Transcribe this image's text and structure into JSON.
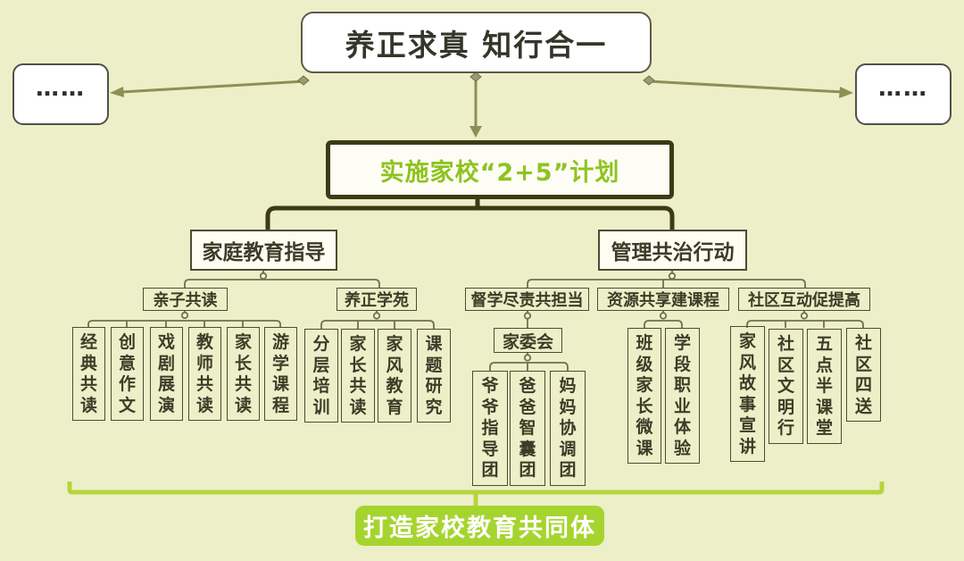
{
  "header": {
    "title": "养正求真  知行合一",
    "side_left": "……",
    "side_right": "……"
  },
  "plan": {
    "label": "实施家校“2+5”计划"
  },
  "branches": {
    "left": "家庭教育指导",
    "right": "管理共治行动"
  },
  "level3": {
    "qinzi": "亲子共读",
    "yangzheng": "养正学苑",
    "duxue": "督学尽责共担当",
    "jiaweihui": "家委会",
    "ziyuan": "资源共享建课程",
    "shequ": "社区互动促提高"
  },
  "level4": {
    "qinzi": [
      "经典共读",
      "创意作文",
      "戏剧展演",
      "教师共读",
      "家长共读",
      "游学课程"
    ],
    "yangzheng": [
      "分层培训",
      "家长共读",
      "家风教育",
      "课题研究"
    ],
    "jiaweihui": [
      "爷爷指导团",
      "爸爸智囊团",
      "妈妈协调团"
    ],
    "ziyuan": [
      "班级家长微课",
      "学段职业体验"
    ],
    "shequ": [
      "家风故事宣讲",
      "社区文明行",
      "五点半课堂",
      "社区四送"
    ]
  },
  "footer": {
    "label": "打造家校教育共同体"
  },
  "colors": {
    "background": "#edefc8",
    "accent_green": "#8fc31f",
    "footer_green": "#a6d42f",
    "bracket_green": "#b5d53c",
    "dark_olive": "#3b3b15",
    "arrow_olive": "#8e8f55",
    "text_dark": "#3c3c28",
    "box_white": "#ffffff"
  }
}
